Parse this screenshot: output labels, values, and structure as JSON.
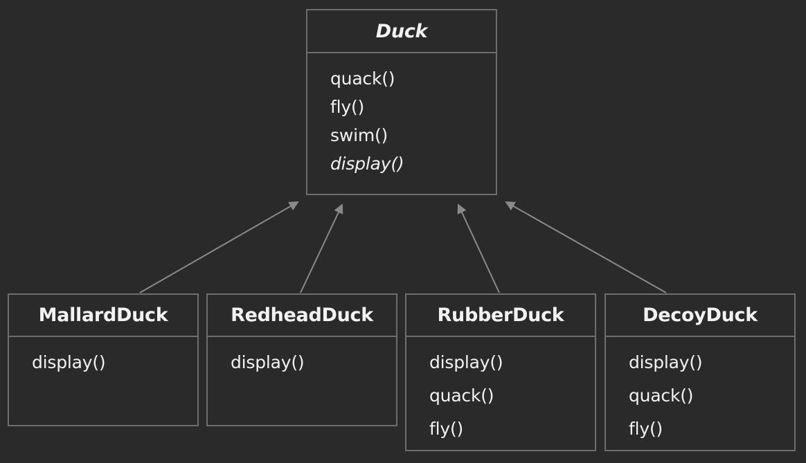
{
  "diagram": {
    "parent": {
      "name": "Duck",
      "methods": [
        "quack()",
        "fly()",
        "swim()",
        "display()"
      ]
    },
    "children": [
      {
        "name": "MallardDuck",
        "methods": [
          "display()"
        ]
      },
      {
        "name": "RedheadDuck",
        "methods": [
          "display()"
        ]
      },
      {
        "name": "RubberDuck",
        "methods": [
          "display()",
          "quack()",
          "fly()"
        ]
      },
      {
        "name": "DecoyDuck",
        "methods": [
          "display()",
          "quack()",
          "fly()"
        ]
      }
    ],
    "colors": {
      "background": "#2a2a2a",
      "border": "#6e6e6e",
      "text": "#f2f2f2",
      "arrow": "#8a8a8a"
    }
  }
}
